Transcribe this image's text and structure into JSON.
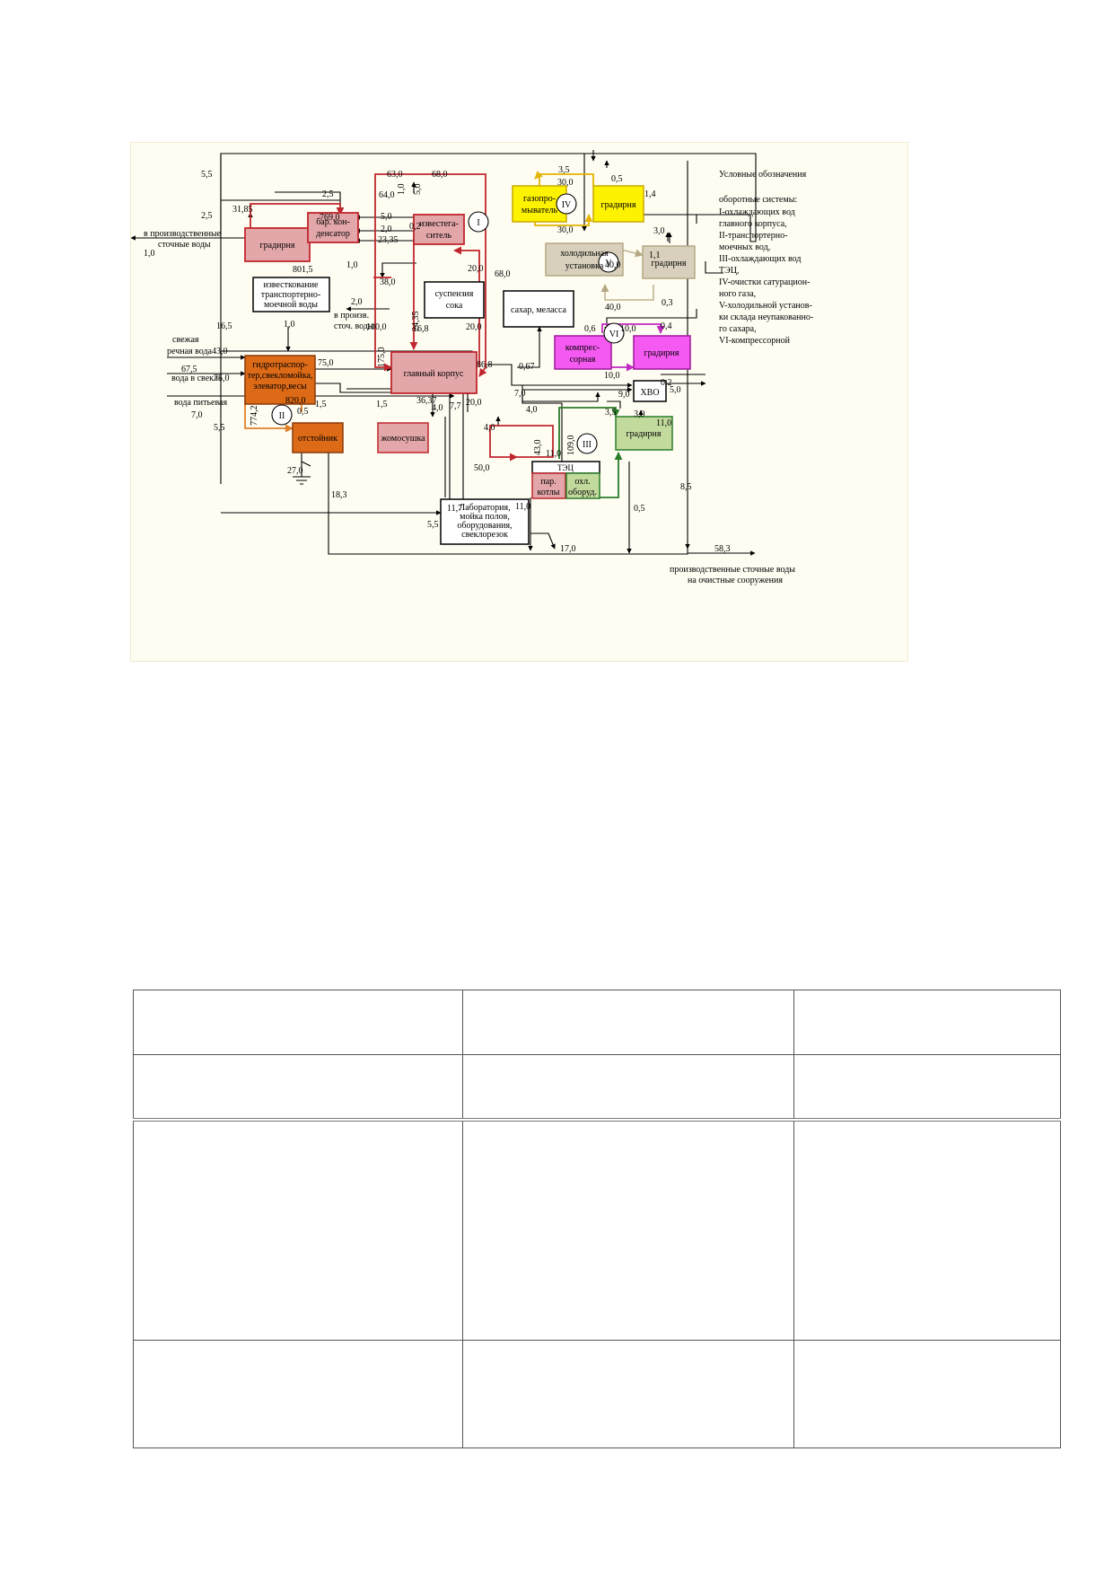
{
  "legend": {
    "title": "Условные обозначения",
    "intro": "оборотные системы:",
    "lines": [
      "I-охлаждающих вод",
      "главного корпуса,",
      "II-транспортерно-",
      "моечных вод,",
      "III-охлаждающих вод",
      "ТЭЦ,",
      "IV-очистки сатурацион-",
      "ного газа,",
      "V-холодильной установ-",
      "ки склада неупакованно-",
      "го сахара,",
      "VI-компрессорной"
    ]
  },
  "colors": {
    "I": "#c0262d",
    "II": "#e0802a",
    "III": "#2a7d2a",
    "IV": "#e3b300",
    "V": "#c7bc9c",
    "VI": "#c02ac0",
    "pink_box": "#e3a7a9",
    "orange_box": "#dd6a16",
    "yellow_box": "#fdf200",
    "tan_box": "#d8d0bc",
    "magenta_box": "#f45af1",
    "green_box": "#c3da9d",
    "background": "#fffdf2"
  },
  "nodes": {
    "gradirnya1": "градирня",
    "bar_kond": [
      "бар. кон-",
      "денсатор"
    ],
    "izvest": [
      "известега-",
      "ситель"
    ],
    "izvest_trans": [
      "известкование",
      "транспортерно-",
      "моечной воды"
    ],
    "suspensia": [
      "суспензия",
      "сока"
    ],
    "sahar": "сахар, меласса",
    "gidro": [
      "гидротраспор-",
      "тер,свекломойка,",
      "элеватор,весы"
    ],
    "glavny": "главный корпус",
    "otstoinik": "отстойник",
    "zhomosushka": "жомосушка",
    "laboratoria": [
      "Лаборатория,",
      "мойка полов,",
      "оборудования,",
      "свеклорезок"
    ],
    "tec": "ТЭЦ",
    "par_kotly": [
      "пар.",
      "котлы"
    ],
    "ohl_obor": [
      "охл.",
      "оборуд."
    ],
    "gazopr": [
      "газопро-",
      "мыватель"
    ],
    "gradirnya4": "градирня",
    "holod": [
      "холодильная",
      "установка"
    ],
    "gradirnya5": "градирня",
    "kompres": [
      "компрес-",
      "сорная"
    ],
    "gradirnya6": "градирня",
    "hvo": "ХВО",
    "gradirnya3": "градирня"
  },
  "roman": [
    "I",
    "II",
    "III",
    "IV",
    "V",
    "VI"
  ],
  "texts": {
    "v_proizv1": "в производственные",
    "v_proizv2": "сточные воды",
    "v_proizv_stoch1": "в произв.",
    "v_proizv_stoch2": "сточ. воды",
    "svezhaya1": "свежая",
    "svezhaya2": "речная вода",
    "v_svekle": "вода в свекле",
    "pitievaya": "вода питьевая",
    "out1": "производственные сточные воды",
    "out2": "на очистные сооружения"
  },
  "values": {
    "v55a": "5,5",
    "v25a": "2,5",
    "v3185": "31,85",
    "v25b": "2,5",
    "v10a": "1,0",
    "v769": "769,0",
    "v8015": "801,5",
    "v630": "63,0",
    "v680a": "68,0",
    "v640": "64,0",
    "v10b": "1,0",
    "v50a": "5,0",
    "v50b": "5,0",
    "v20a": "2,0",
    "v2335": "23,35",
    "v02": "0,2",
    "v10c": "1,0",
    "v380": "38,0",
    "v20b": "2,0",
    "v200a": "20,0",
    "v680b": "68,0",
    "v200b": "20,0",
    "v2435": "24,35",
    "v1000": "100,0",
    "v168": "16,8",
    "v1750": "175,0",
    "v10d": "1,0",
    "v165": "16,5",
    "v430": "43,0",
    "v675": "67,5",
    "v750a": "75,0",
    "v750b": "75,0",
    "v8200": "820,0",
    "v15a": "1,5",
    "v15b": "1,5",
    "v70a": "7,0",
    "v55b": "5,5",
    "v7742": "774,2",
    "v05a": "0,5",
    "v270": "27,0",
    "v183": "18,3",
    "v868": "86,8",
    "v3637": "36,37",
    "v40a": "4,0",
    "v77": "7,7",
    "v200c": "20,0",
    "v067": "0,67",
    "v70b": "7,0",
    "v40b": "4,0",
    "v40c": "4,0",
    "v430b": "43,0",
    "v500": "50,0",
    "v110a": "11,0",
    "v1090": "109,0",
    "v117": "11,7",
    "v110b": "11,0",
    "v55c": "5,5",
    "v170": "17,0",
    "v35a": "3,5",
    "v300a": "30,0",
    "v05b": "0,5",
    "v300b": "30,0",
    "v14": "1,4",
    "v30a": "3,0",
    "v400a": "40,0",
    "v11": "1,1",
    "v400b": "40,0",
    "v03": "0,3",
    "v06": "0,6",
    "v100a": "10,0",
    "v04": "0,4",
    "v100b": "10,0",
    "v02b": "0,2",
    "v90": "9,0",
    "v50c": "5,0",
    "v35b": "3,5",
    "v30b": "3,0",
    "v110c": "11,0",
    "v85": "8,5",
    "v05c": "0,5",
    "v583": "58,3"
  }
}
